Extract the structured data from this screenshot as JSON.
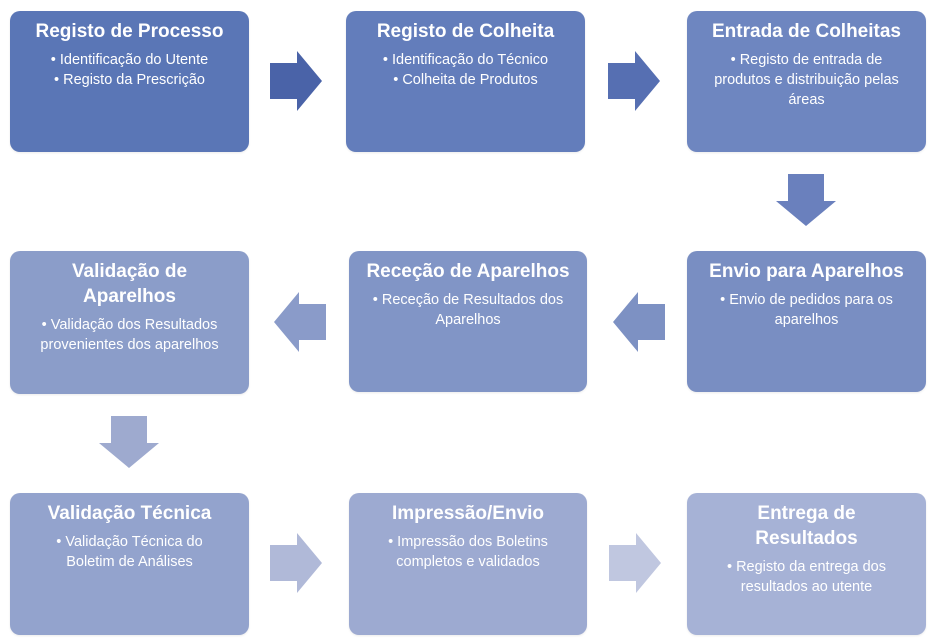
{
  "diagram": {
    "steps": [
      {
        "title": "Registo de Processo",
        "items": [
          "Identificação do Utente",
          "Registo da Prescrição"
        ],
        "color": "#5a76b6"
      },
      {
        "title": "Registo de Colheita",
        "items": [
          "Identificação do Técnico",
          "Colheita de Produtos"
        ],
        "color": "#637dbb"
      },
      {
        "title": "Entrada de Colheitas",
        "items": [
          "Registo de entrada de produtos e distribuição pelas áreas"
        ],
        "color": "#6e86c0"
      },
      {
        "title": "Envio para Aparelhos",
        "items": [
          "Envio de pedidos para os aparelhos"
        ],
        "color": "#798ec2"
      },
      {
        "title": "Receção de Aparelhos",
        "items": [
          "Receção de Resultados dos Aparelhos"
        ],
        "color": "#8195c6"
      },
      {
        "title": "Validação de Aparelhos",
        "items": [
          "Validação dos Resultados provenientes dos aparelhos"
        ],
        "color": "#8b9dc9"
      },
      {
        "title": "Validação Técnica",
        "items": [
          "Validação Técnica do Boletim de Análises"
        ],
        "color": "#93a3cd"
      },
      {
        "title": "Impressão/Envio",
        "items": [
          "Impressão dos Boletins completos e validados"
        ],
        "color": "#9daad1"
      },
      {
        "title": "Entrega de Resultados",
        "items": [
          "Registo da entrega dos resultados ao utente"
        ],
        "color": "#a6b2d6"
      }
    ],
    "arrows": [
      {
        "direction": "right",
        "color": "#4a63a8"
      },
      {
        "direction": "right",
        "color": "#566fb2"
      },
      {
        "direction": "down",
        "color": "#6a80bd"
      },
      {
        "direction": "left",
        "color": "#7d91c3"
      },
      {
        "direction": "left",
        "color": "#8a9bc9"
      },
      {
        "direction": "down",
        "color": "#9eaacf"
      },
      {
        "direction": "right",
        "color": "#b0b9d8"
      },
      {
        "direction": "right",
        "color": "#c0c7e0"
      }
    ],
    "bullet": "•"
  }
}
